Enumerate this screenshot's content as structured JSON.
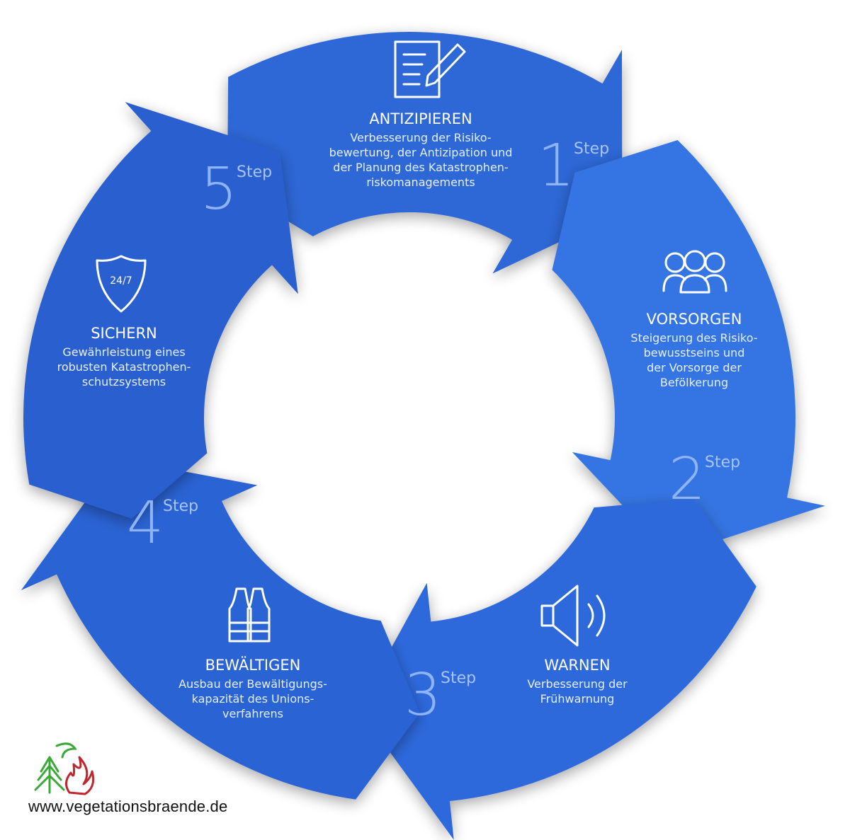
{
  "segments": [
    {
      "title": "ANTIZIPIEREN",
      "desc_lines": [
        "Verbesserung der Risiko-",
        "bewertung, der Antizipation und",
        "der Planung des Katastrophen-",
        "riskomanagements"
      ],
      "step_number": "1",
      "step_label": "Step",
      "icon": "document-pen-icon",
      "color": "#2f67d6"
    },
    {
      "title": "VORSORGEN",
      "desc_lines": [
        "Steigerung des Risiko-",
        "bewusstseins und",
        "der Vorsorge der",
        "Befölkerung"
      ],
      "step_number": "2",
      "step_label": "Step",
      "icon": "people-group-icon",
      "color": "#3574e3"
    },
    {
      "title": "WARNEN",
      "desc_lines": [
        "Verbesserung der",
        "Frühwarnung"
      ],
      "step_number": "3",
      "step_label": "Step",
      "icon": "speaker-icon",
      "color": "#2d69dc"
    },
    {
      "title": "BEWÄLTIGEN",
      "desc_lines": [
        "Ausbau der Bewältigungs-",
        "kapazität des Unions-",
        "verfahrens"
      ],
      "step_number": "4",
      "step_label": "Step",
      "icon": "safety-vest-icon",
      "color": "#2c63d3"
    },
    {
      "title": "SICHERN",
      "desc_lines": [
        "Gewährleistung eines",
        "robusten Katastrophen-",
        "schutzsystems"
      ],
      "step_number": "5",
      "step_label": "Step",
      "icon": "shield-icon",
      "badge": "24/7",
      "color": "#2a5fcf"
    }
  ],
  "colors": {
    "ring_main": "#2f6ddc",
    "ring_dark": "#2456c0",
    "ring_light": "#3a82f0",
    "logo_green": "#3aa935",
    "logo_red": "#c0262d"
  },
  "footer": {
    "website": "www.vegetationsbraende.de",
    "logo_icon": "tree-flame-logo-icon"
  }
}
